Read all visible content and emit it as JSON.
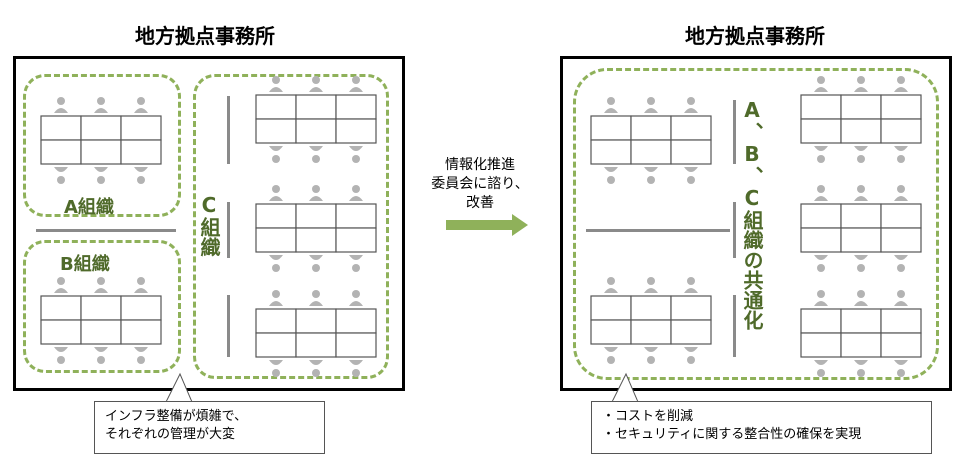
{
  "left": {
    "title": "地方拠点事務所",
    "zone_a_label": "A組織",
    "zone_b_label": "B組織",
    "zone_c_label": "C組織",
    "callout": [
      "インフラ整備が煩雑で、",
      "それぞれの管理が大変"
    ]
  },
  "middle": {
    "arrow_text": [
      "情報化推進",
      "委員会に諮り、",
      "改善"
    ],
    "arrow_color": "#8fb15a"
  },
  "right": {
    "title": "地方拠点事務所",
    "shared_label": "A、B、C組織の共通化",
    "callout": [
      "・コストを削減",
      "・セキュリティに関する整合性の確保を実現"
    ]
  },
  "colors": {
    "zone_border": "#8fb15a",
    "label_text": "#4f6a2a",
    "person": "#b3b3b3",
    "divider": "#8a8a8a"
  }
}
